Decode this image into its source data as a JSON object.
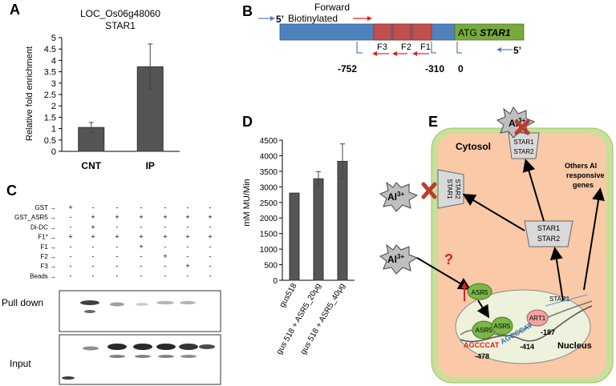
{
  "panelA": {
    "letter": "A",
    "title_line1": "LOC_Os06g48060",
    "title_line2": "STAR1",
    "chart_data": {
      "type": "bar",
      "categories": [
        "CNT",
        "IP"
      ],
      "values": [
        1.05,
        3.72
      ],
      "errors": [
        0.22,
        1.0
      ],
      "ylabel": "Relative fold enrichment",
      "ylim": [
        0,
        5
      ],
      "yticks": [
        "0",
        "0.5",
        "1",
        "1.5",
        "2",
        "2.5",
        "3",
        "3.5",
        "4",
        "4.5",
        "5"
      ],
      "grid": false
    }
  },
  "panelB": {
    "letter": "B",
    "forward_label_line1": "Forward",
    "forward_label_line2": "Biotinylated",
    "five_prime_left": "5’",
    "five_prime_right": "5’",
    "atg_label": "ATG",
    "gene_label": "STAR1",
    "fragments": [
      "F3",
      "F2",
      "F1"
    ],
    "positions": [
      "-752",
      "-310",
      "0"
    ],
    "colors": {
      "promoter": "#4f81bd",
      "fragment": "#c0504d",
      "gene": "#77a93f",
      "arrow": "#e02020"
    }
  },
  "panelC": {
    "letter": "C",
    "rows": [
      {
        "label": "GST →",
        "marks": [
          "+",
          "-",
          "-",
          "-",
          "-",
          "-",
          "-",
          "-"
        ]
      },
      {
        "label": "GST_ASR5 →",
        "marks": [
          "-",
          "+",
          "+",
          "+",
          "+",
          "+",
          "+",
          "+"
        ]
      },
      {
        "label": "Di-DC →",
        "marks": [
          "-",
          "+",
          "-",
          "-",
          "-",
          "-",
          "-",
          "-"
        ]
      },
      {
        "label": "F1* →",
        "marks": [
          "+",
          "+",
          "+",
          "+",
          "+",
          "+",
          "+",
          "+"
        ]
      },
      {
        "label": "F1 →",
        "marks": [
          "-",
          "-",
          "-",
          "+",
          "-",
          "-",
          "-",
          "-"
        ]
      },
      {
        "label": "F2 →",
        "marks": [
          "-",
          "-",
          "-",
          "-",
          "+",
          "-",
          "-",
          "-"
        ]
      },
      {
        "label": "F3 →",
        "marks": [
          "-",
          "-",
          "-",
          "-",
          "-",
          "+",
          "-",
          "-"
        ]
      },
      {
        "label": "Beads →",
        "marks": [
          "-",
          "-",
          "-",
          "-",
          "-",
          "-",
          "-",
          "+"
        ]
      }
    ],
    "blot_top_label": "Pull down",
    "blot_bottom_label": "Input"
  },
  "panelD": {
    "letter": "D",
    "chart_data": {
      "type": "bar",
      "categories": [
        "gus518",
        "gus 518 + ASR5_20μg",
        "gus 518 + ASR5_40μg"
      ],
      "values": [
        2800,
        3260,
        3820
      ],
      "errors": [
        0,
        230,
        560
      ],
      "ylabel": "mM MU/Min",
      "ylim": [
        0,
        4500
      ],
      "yticks": [
        "0",
        "500",
        "1000",
        "1500",
        "2000",
        "2500",
        "3000",
        "3500",
        "4000",
        "4500"
      ],
      "grid": false
    }
  },
  "panelE": {
    "letter": "E",
    "cytosol_label": "Cytosol",
    "nucleus_label": "Nucleus",
    "al_ion": "Al",
    "al_charge": "3+",
    "star1_label": "STAR1",
    "star2_label": "STAR2",
    "others_line1": "Others Al",
    "others_line2": "responsive",
    "others_line3": "genes",
    "question_mark": "?",
    "asr5_label": "ASR5",
    "art1_label": "ART1",
    "gene_star1_label": "STAR1",
    "motif1": "AGCCCAT",
    "motif2": "AGCCCAT",
    "pos_478": "-478",
    "pos_414": "-414",
    "pos_187": "-187",
    "colors": {
      "cell_wall": "#c7e09a",
      "cytosol": "#f9c9a8",
      "nucleus": "#eef1dc",
      "asr5": "#7ab648",
      "art1": "#f2a3a3",
      "transporter": "#d9d9d9",
      "cross": "#c0392b"
    }
  }
}
